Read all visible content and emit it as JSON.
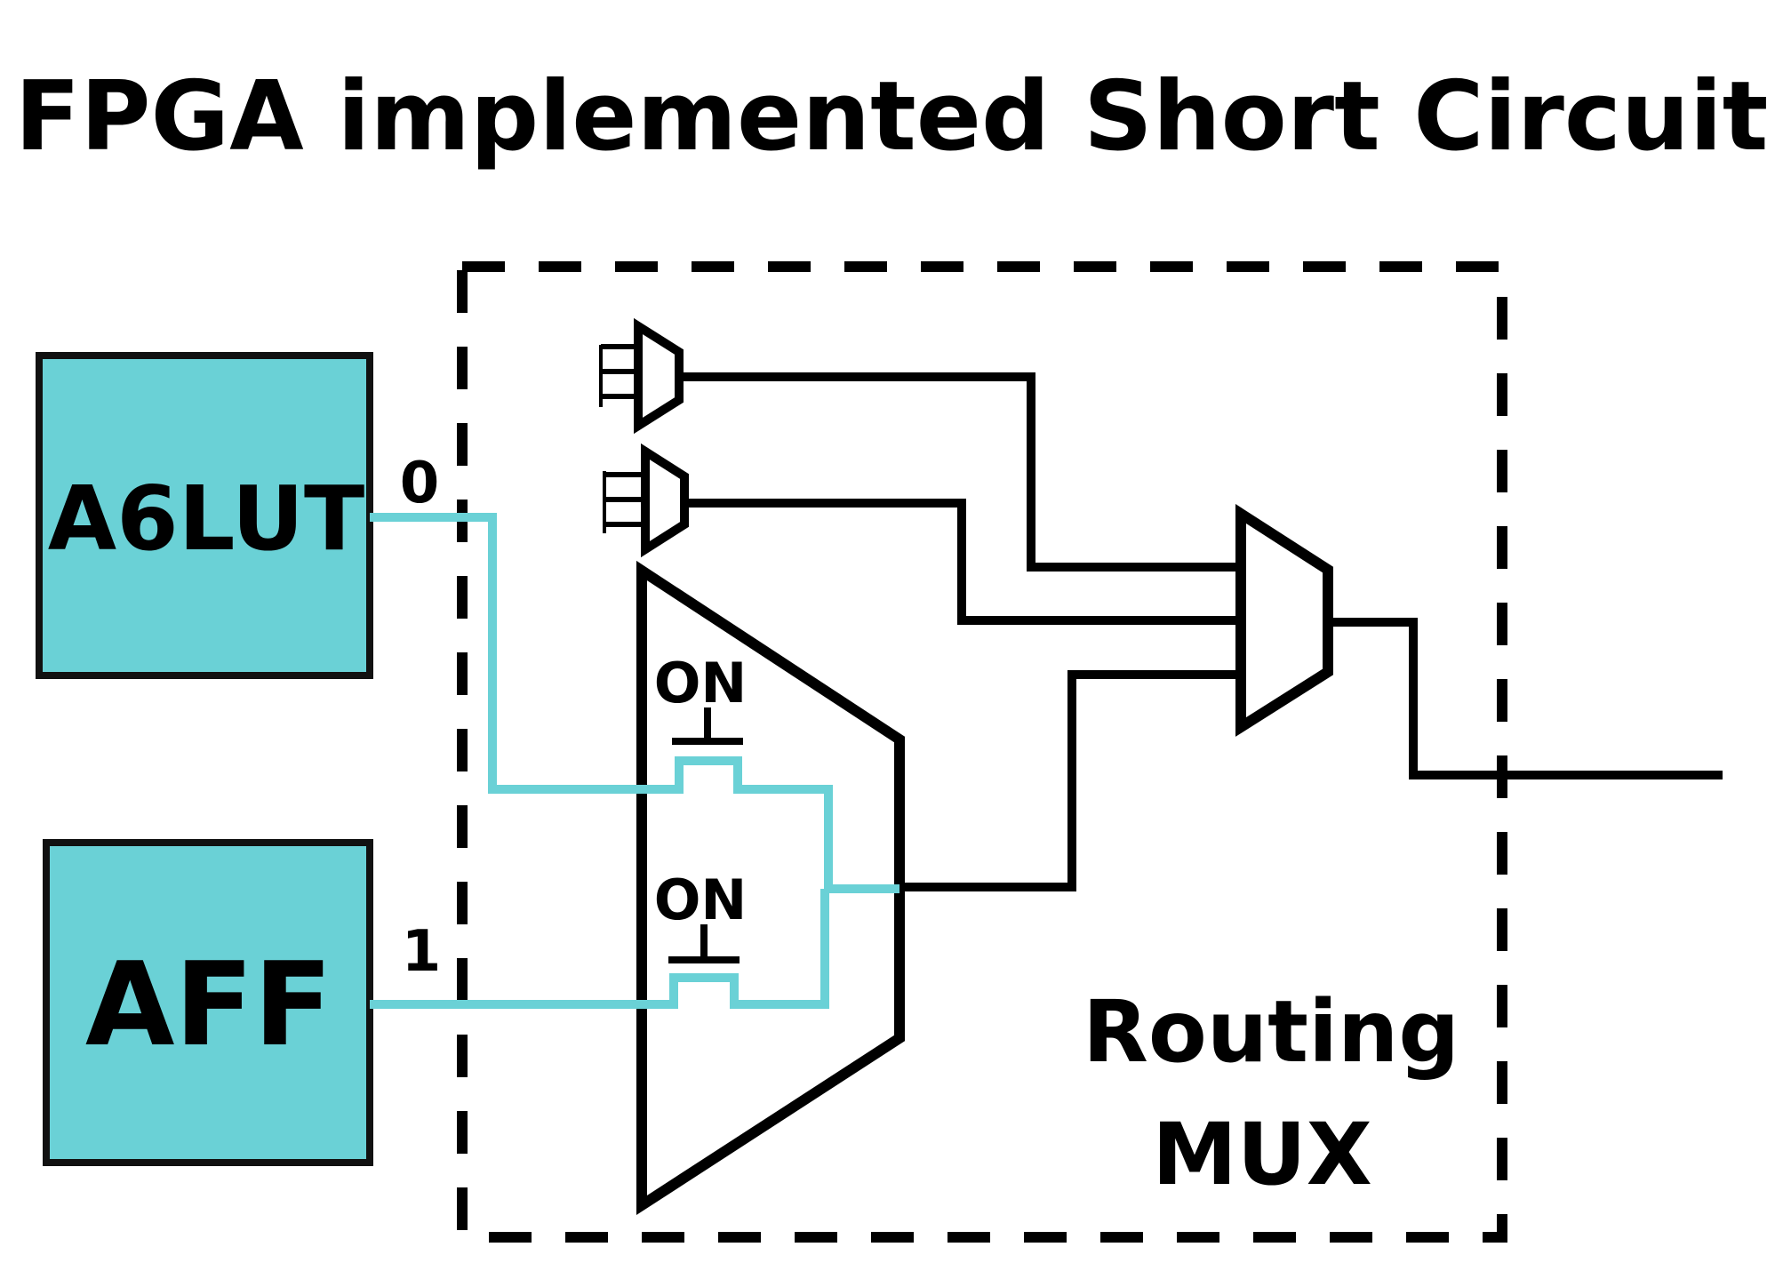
{
  "title": "FPGA implemented Short Circuit",
  "blocks": {
    "lut": "A6LUT",
    "ff": "AFF"
  },
  "pins": {
    "lut_pin": "0",
    "ff_pin": "1"
  },
  "switches": {
    "top": "ON",
    "bottom": "ON"
  },
  "routing_mux": {
    "line1": "Routing",
    "line2": "MUX"
  },
  "colors": {
    "block_fill": "#6AD1D6",
    "signal_wire": "#6AD1D6",
    "stroke": "#000000"
  }
}
